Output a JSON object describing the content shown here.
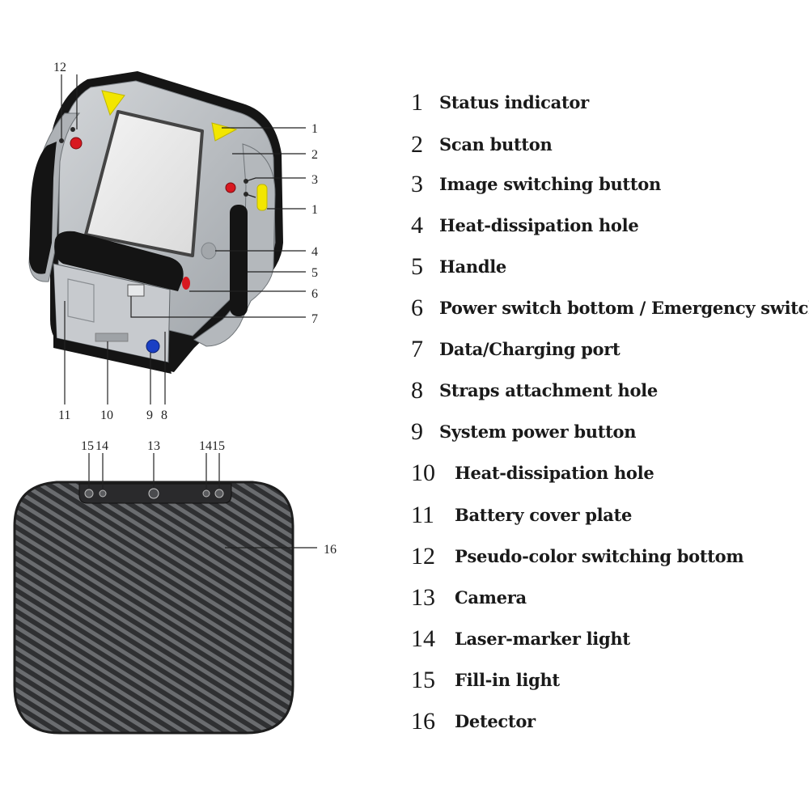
{
  "callouts": {
    "c12": "12",
    "c1a": "1",
    "c2": "2",
    "c3": "3",
    "c1b": "1",
    "c4": "4",
    "c5": "5",
    "c6": "6",
    "c7": "7",
    "c11": "11",
    "c10": "10",
    "c9": "9",
    "c8": "8",
    "c15a": "15",
    "c14a": "14",
    "c13": "13",
    "c14b": "14",
    "c15b": "15",
    "c16": "16"
  },
  "legend": [
    {
      "num": "1",
      "label": "Status indicator"
    },
    {
      "num": "2",
      "label": "Scan button"
    },
    {
      "num": "3",
      "label": "Image switching button"
    },
    {
      "num": "4",
      "label": "Heat-dissipation hole"
    },
    {
      "num": "5",
      "label": "Handle"
    },
    {
      "num": "6",
      "label": "Power switch bottom / Emergency switch"
    },
    {
      "num": "7",
      "label": "Data/Charging port"
    },
    {
      "num": "8",
      "label": "Straps attachment hole"
    },
    {
      "num": "9",
      "label": "System power button"
    },
    {
      "num": "10",
      "label": "Heat-dissipation hole"
    },
    {
      "num": "11",
      "label": "Battery cover plate"
    },
    {
      "num": "12",
      "label": "Pseudo-color switching bottom"
    },
    {
      "num": "13",
      "label": "Camera"
    },
    {
      "num": "14",
      "label": "Laser-marker light"
    },
    {
      "num": "15",
      "label": "Fill-in light"
    },
    {
      "num": "16",
      "label": "Detector"
    }
  ],
  "colors": {
    "status_indicator": "#f2e600",
    "button_red": "#d81820",
    "power_button_blue": "#1a3fc4",
    "body_gray": "#b9bdc1",
    "handle_black": "#141414",
    "detector_dark": "#3a3a3c"
  }
}
